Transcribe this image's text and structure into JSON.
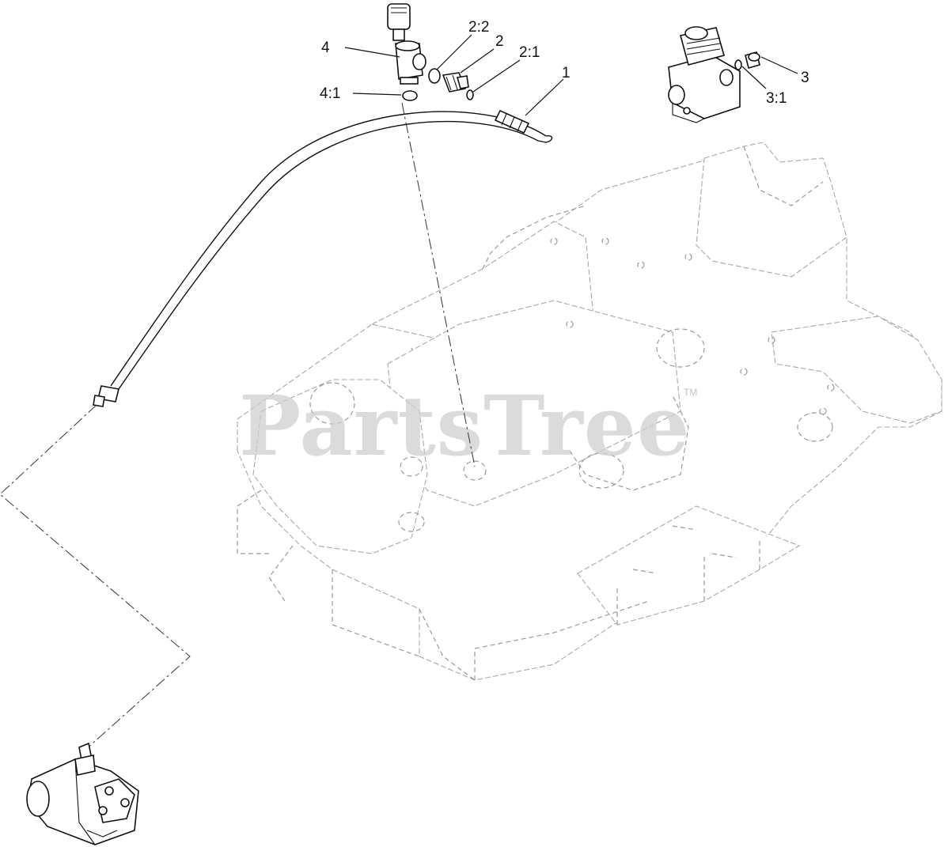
{
  "watermark": {
    "brand": "PartsTree",
    "trademark": "TM"
  },
  "callouts": {
    "c1": "1",
    "c2": "2",
    "c2_1": "2:1",
    "c2_2": "2:2",
    "c3": "3",
    "c3_1": "3:1",
    "c4": "4",
    "c4_1": "4:1"
  }
}
